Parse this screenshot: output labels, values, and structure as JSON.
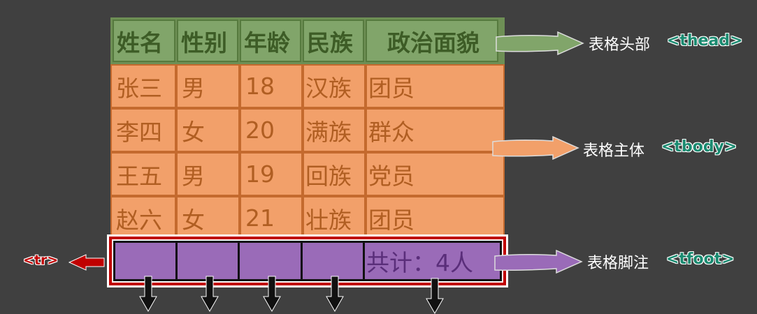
{
  "table": {
    "headers": [
      "姓名",
      "性别",
      "年龄",
      "民族",
      "政治面貌"
    ],
    "rows": [
      [
        "张三",
        "男",
        "18",
        "汉族",
        "团员"
      ],
      [
        "李四",
        "女",
        "20",
        "满族",
        "群众"
      ],
      [
        "王五",
        "男",
        "19",
        "回族",
        "党员"
      ],
      [
        "赵六",
        "女",
        "21",
        "壮族",
        "团员"
      ]
    ],
    "footer": [
      "",
      "",
      "",
      "",
      "共计：4人"
    ]
  },
  "annotations": {
    "thead": {
      "label": "表格头部",
      "tag": "<thead>",
      "color": "#81a56a"
    },
    "tbody": {
      "label": "表格主体",
      "tag": "<tbody>",
      "color": "#f2a06a"
    },
    "tfoot": {
      "label": "表格脚注",
      "tag": "<tfoot>",
      "color": "#9a6bb8"
    },
    "tr": {
      "tag": "<tr>",
      "color": "#c00000"
    }
  },
  "colors": {
    "background": "#404040",
    "tag_text": "#1a8a70",
    "tr_highlight": "#c00000"
  }
}
